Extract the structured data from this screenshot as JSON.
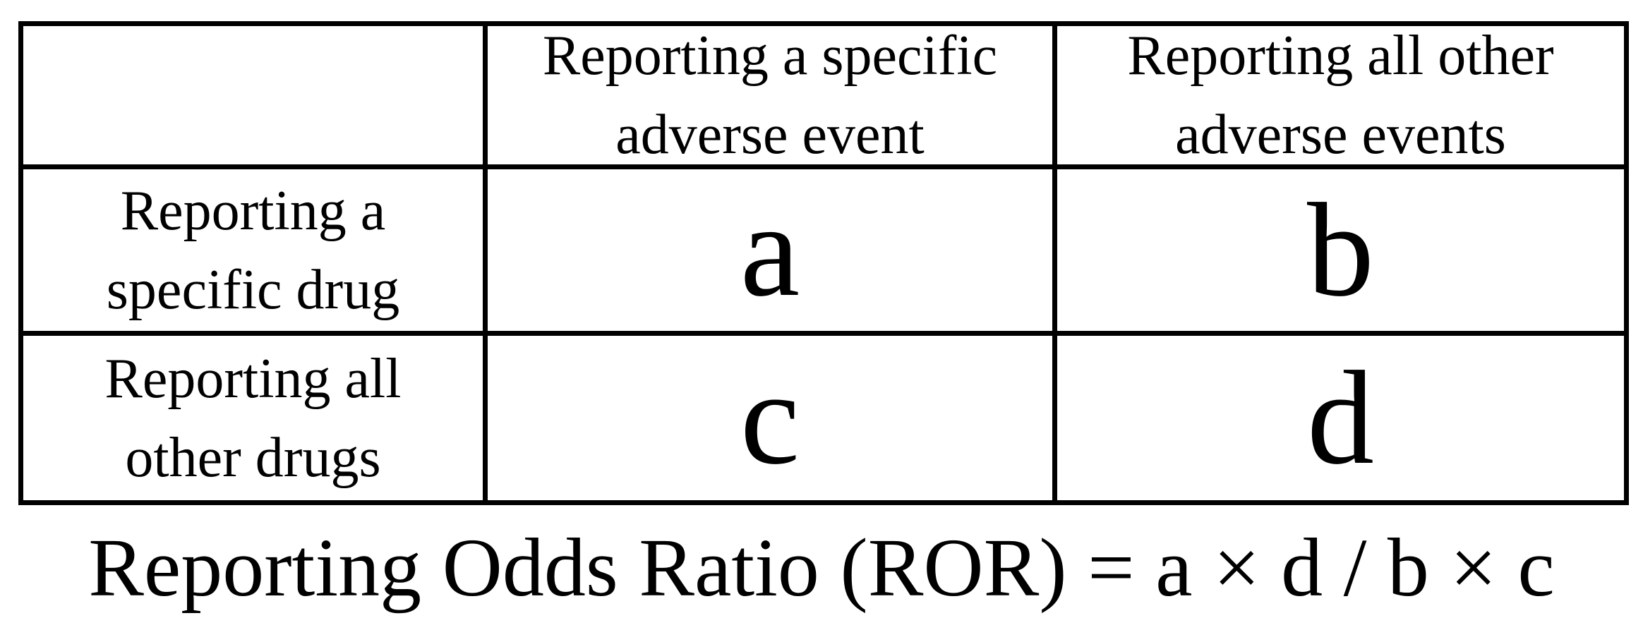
{
  "colors": {
    "background": "#ffffff",
    "text": "#000000",
    "border": "#000000"
  },
  "table": {
    "corner": "",
    "col_headers": [
      {
        "lines": [
          "Reporting a specific",
          "adverse event"
        ]
      },
      {
        "lines": [
          "Reporting all other",
          "adverse events"
        ]
      }
    ],
    "rows": [
      {
        "label_lines": [
          "Reporting a",
          "specific drug"
        ],
        "cells": [
          "a",
          "b"
        ]
      },
      {
        "label_lines": [
          "Reporting all",
          "other drugs"
        ],
        "cells": [
          "c",
          "d"
        ]
      }
    ]
  },
  "formula": {
    "text": "Reporting Odds Ratio (ROR) = a × d / b × c"
  }
}
